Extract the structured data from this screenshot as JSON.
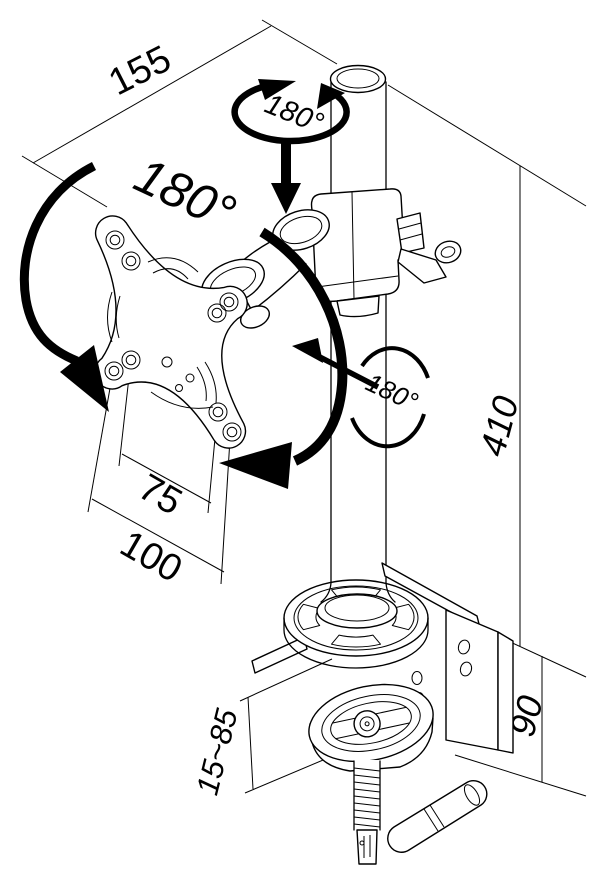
{
  "page": {
    "background": "#ffffff",
    "line_color": "#000000"
  },
  "diagram": {
    "kind": "technical-dimension-drawing",
    "subject": "desk-clamp monitor arm with pole, VESA plate and C-clamp",
    "labels": {
      "arm_reach": "155",
      "pole_height": "410",
      "vesa_width_inner": "75",
      "vesa_width_outer": "100",
      "clamp_range": "15~85",
      "bracket_height": "90",
      "rotation_top": "180°",
      "rotation_monitor": "180°",
      "rotation_arm": "180°"
    }
  }
}
